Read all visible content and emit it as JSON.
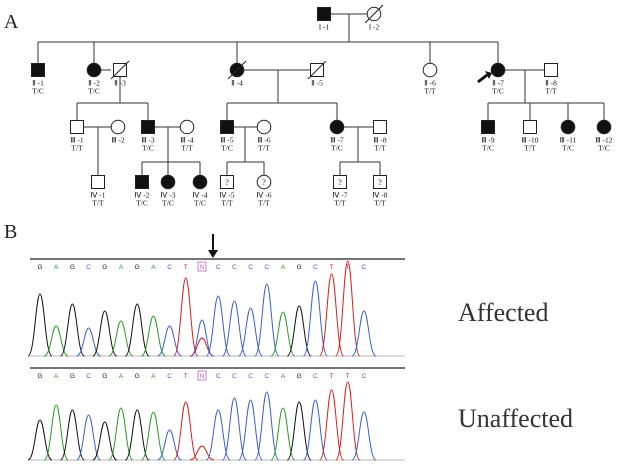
{
  "panels": {
    "a": "A",
    "b": "B"
  },
  "colors": {
    "A": "#2a9a2a",
    "C": "#3a5fd0",
    "G": "#111111",
    "T": "#d42020",
    "N": "#c060c0",
    "ink": "#222222"
  },
  "pedigree": {
    "individuals": [
      {
        "id": "I -1",
        "genotype": "",
        "sex": "male",
        "affected": true,
        "deceased": false,
        "unknown": false,
        "proband": false
      },
      {
        "id": "I -2",
        "genotype": "",
        "sex": "female",
        "affected": false,
        "deceased": true,
        "unknown": false,
        "proband": false
      },
      {
        "id": "Ⅱ -1",
        "genotype": "T/C",
        "sex": "male",
        "affected": true,
        "deceased": false,
        "unknown": false,
        "proband": false
      },
      {
        "id": "Ⅱ -2",
        "genotype": "T/C",
        "sex": "female",
        "affected": true,
        "deceased": false,
        "unknown": false,
        "proband": false
      },
      {
        "id": "Ⅱ -3",
        "genotype": "",
        "sex": "male",
        "affected": false,
        "deceased": true,
        "unknown": false,
        "proband": false
      },
      {
        "id": "Ⅱ -4",
        "genotype": "",
        "sex": "female",
        "affected": true,
        "deceased": true,
        "unknown": false,
        "proband": false
      },
      {
        "id": "Ⅱ -5",
        "genotype": "",
        "sex": "male",
        "affected": false,
        "deceased": true,
        "unknown": false,
        "proband": false
      },
      {
        "id": "Ⅱ -6",
        "genotype": "T/T",
        "sex": "female",
        "affected": false,
        "deceased": false,
        "unknown": false,
        "proband": false
      },
      {
        "id": "Ⅱ -7",
        "genotype": "T/C",
        "sex": "female",
        "affected": true,
        "deceased": false,
        "unknown": false,
        "proband": true
      },
      {
        "id": "Ⅱ -8",
        "genotype": "T/T",
        "sex": "male",
        "affected": false,
        "deceased": false,
        "unknown": false,
        "proband": false
      },
      {
        "id": "Ⅲ -1",
        "genotype": "T/T",
        "sex": "male",
        "affected": false,
        "deceased": false,
        "unknown": false,
        "proband": false
      },
      {
        "id": "Ⅲ -2",
        "genotype": "",
        "sex": "female",
        "affected": false,
        "deceased": false,
        "unknown": false,
        "proband": false
      },
      {
        "id": "Ⅲ -3",
        "genotype": "T/C",
        "sex": "male",
        "affected": true,
        "deceased": false,
        "unknown": false,
        "proband": false
      },
      {
        "id": "Ⅲ -4",
        "genotype": "T/T",
        "sex": "female",
        "affected": false,
        "deceased": false,
        "unknown": false,
        "proband": false
      },
      {
        "id": "Ⅲ -5",
        "genotype": "T/C",
        "sex": "male",
        "affected": true,
        "deceased": false,
        "unknown": false,
        "proband": false
      },
      {
        "id": "Ⅲ -6",
        "genotype": "T/T",
        "sex": "female",
        "affected": false,
        "deceased": false,
        "unknown": false,
        "proband": false
      },
      {
        "id": "Ⅲ -7",
        "genotype": "T/C",
        "sex": "female",
        "affected": true,
        "deceased": false,
        "unknown": false,
        "proband": false
      },
      {
        "id": "Ⅲ -8",
        "genotype": "T/T",
        "sex": "male",
        "affected": false,
        "deceased": false,
        "unknown": false,
        "proband": false
      },
      {
        "id": "Ⅲ -9",
        "genotype": "T/C",
        "sex": "male",
        "affected": true,
        "deceased": false,
        "unknown": false,
        "proband": false
      },
      {
        "id": "Ⅲ -10",
        "genotype": "T/T",
        "sex": "male",
        "affected": false,
        "deceased": false,
        "unknown": false,
        "proband": false
      },
      {
        "id": "Ⅲ -11",
        "genotype": "T/C",
        "sex": "female",
        "affected": true,
        "deceased": false,
        "unknown": false,
        "proband": false
      },
      {
        "id": "Ⅲ -12",
        "genotype": "T/C",
        "sex": "female",
        "affected": true,
        "deceased": false,
        "unknown": false,
        "proband": false
      },
      {
        "id": "Ⅳ -1",
        "genotype": "T/T",
        "sex": "male",
        "affected": false,
        "deceased": false,
        "unknown": false,
        "proband": false
      },
      {
        "id": "Ⅳ -2",
        "genotype": "T/C",
        "sex": "male",
        "affected": true,
        "deceased": false,
        "unknown": false,
        "proband": false
      },
      {
        "id": "Ⅳ -3",
        "genotype": "T/C",
        "sex": "female",
        "affected": true,
        "deceased": false,
        "unknown": false,
        "proband": false
      },
      {
        "id": "Ⅳ -4",
        "genotype": "T/C",
        "sex": "female",
        "affected": true,
        "deceased": false,
        "unknown": false,
        "proband": false
      },
      {
        "id": "Ⅳ -5",
        "genotype": "T/T",
        "sex": "male",
        "affected": false,
        "deceased": false,
        "unknown": true,
        "proband": false
      },
      {
        "id": "Ⅳ -6",
        "genotype": "T/T",
        "sex": "female",
        "affected": false,
        "deceased": false,
        "unknown": true,
        "proband": false
      },
      {
        "id": "Ⅳ -7",
        "genotype": "T/T",
        "sex": "male",
        "affected": false,
        "deceased": false,
        "unknown": true,
        "proband": false
      },
      {
        "id": "Ⅳ -8",
        "genotype": "T/T",
        "sex": "male",
        "affected": false,
        "deceased": false,
        "unknown": true,
        "proband": false
      }
    ],
    "unknown_mark": "?"
  },
  "sequencing": {
    "bases": [
      "G",
      "A",
      "G",
      "C",
      "G",
      "A",
      "G",
      "A",
      "C",
      "T",
      "N",
      "C",
      "C",
      "C",
      "C",
      "A",
      "G",
      "C",
      "T",
      "T",
      "C"
    ],
    "mutation_index": 10,
    "traces": [
      {
        "label": "Affected"
      },
      {
        "label": "Unaffected"
      }
    ]
  }
}
